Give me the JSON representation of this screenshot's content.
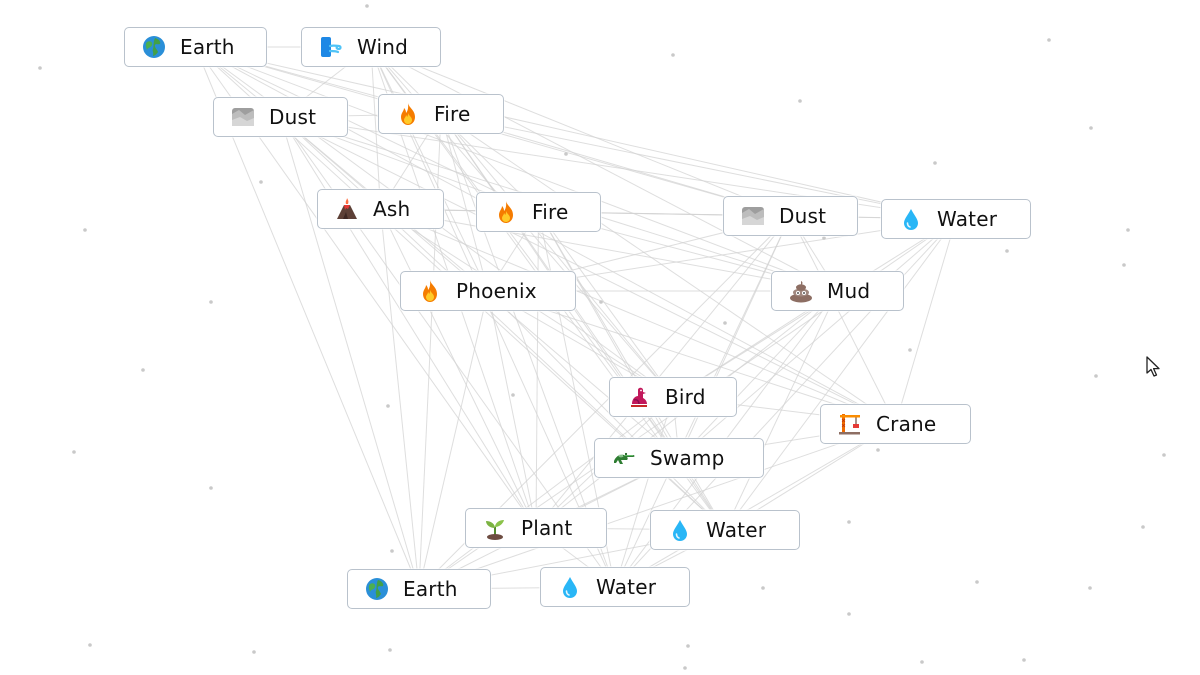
{
  "elements": [
    {
      "id": "earth-1",
      "label": "Earth",
      "icon": "globe-icon"
    },
    {
      "id": "wind",
      "label": "Wind",
      "icon": "wind-face-icon"
    },
    {
      "id": "dust-1",
      "label": "Dust",
      "icon": "rock-icon"
    },
    {
      "id": "fire-1",
      "label": "Fire",
      "icon": "fire-icon"
    },
    {
      "id": "ash",
      "label": "Ash",
      "icon": "volcano-icon"
    },
    {
      "id": "fire-2",
      "label": "Fire",
      "icon": "fire-icon"
    },
    {
      "id": "dust-2",
      "label": "Dust",
      "icon": "rock-icon"
    },
    {
      "id": "water-1",
      "label": "Water",
      "icon": "droplet-icon"
    },
    {
      "id": "phoenix",
      "label": "Phoenix",
      "icon": "fire-icon"
    },
    {
      "id": "mud",
      "label": "Mud",
      "icon": "pile-of-poo-icon"
    },
    {
      "id": "bird",
      "label": "Bird",
      "icon": "bird-icon"
    },
    {
      "id": "crane",
      "label": "Crane",
      "icon": "construction-crane-icon"
    },
    {
      "id": "swamp",
      "label": "Swamp",
      "icon": "crocodile-icon"
    },
    {
      "id": "plant",
      "label": "Plant",
      "icon": "seedling-icon"
    },
    {
      "id": "water-2",
      "label": "Water",
      "icon": "droplet-icon"
    },
    {
      "id": "earth-2",
      "label": "Earth",
      "icon": "globe-icon"
    },
    {
      "id": "water-3",
      "label": "Water",
      "icon": "droplet-icon"
    }
  ],
  "cursor": {
    "icon": "mouse-pointer-icon"
  }
}
